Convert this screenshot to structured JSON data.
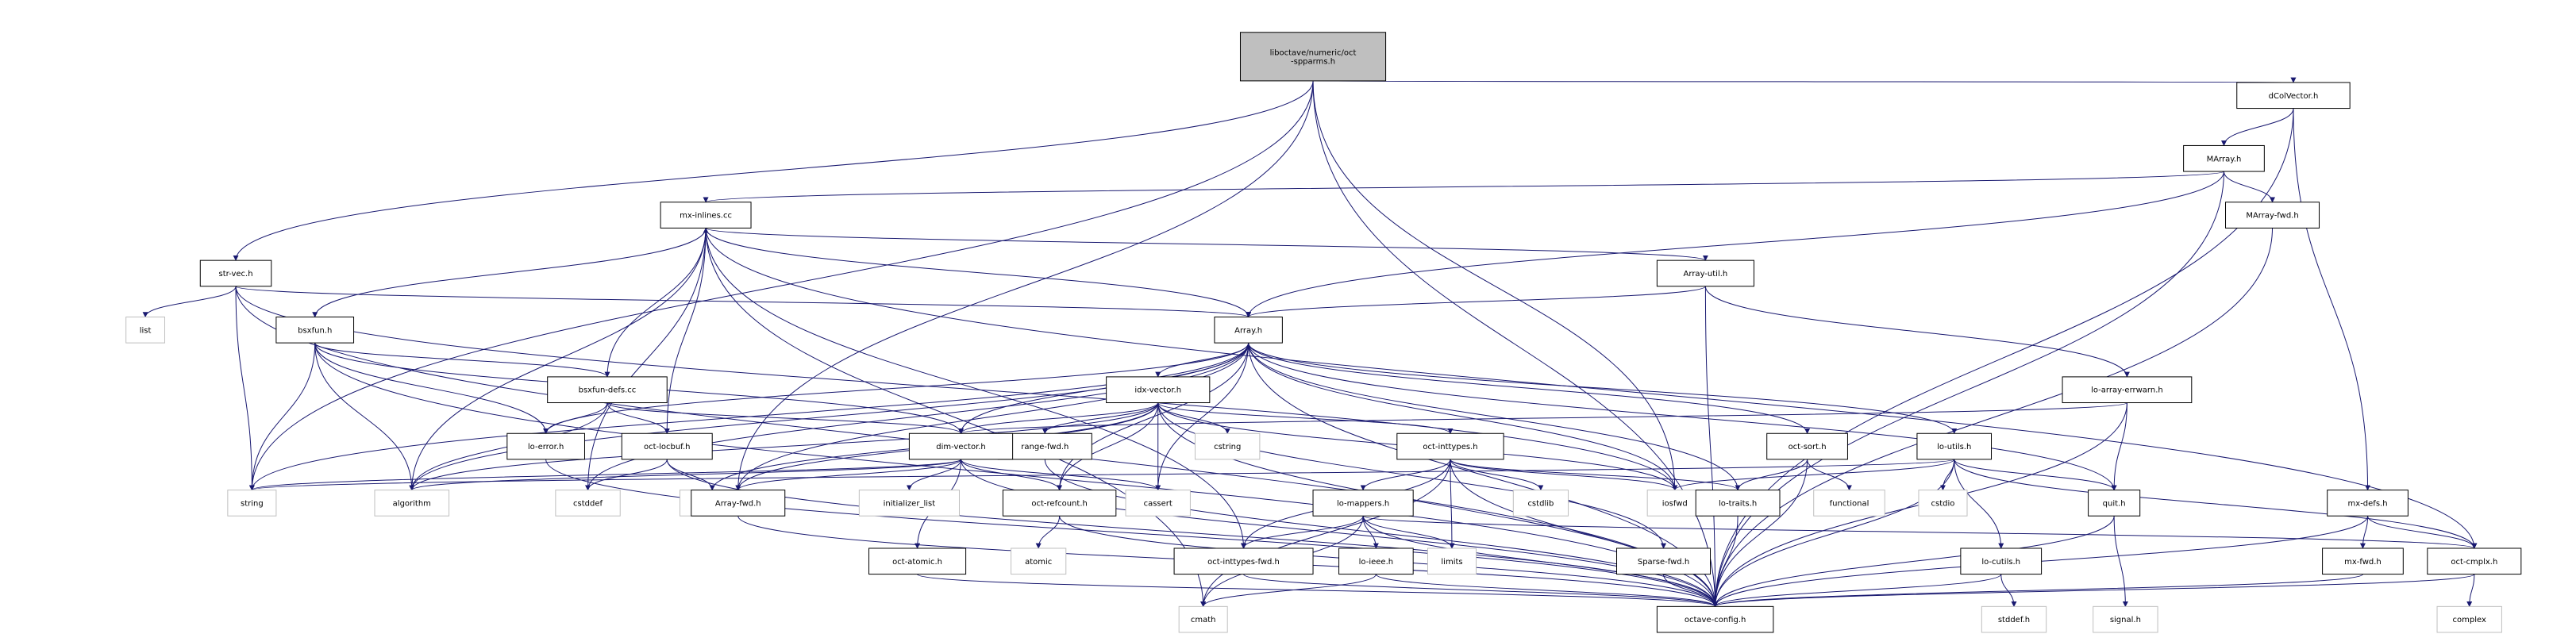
{
  "graph": {
    "nodes": [
      {
        "id": "main",
        "label": "liboctave/numeric/oct\n-spparms.h",
        "kind": "main"
      },
      {
        "id": "dColVector",
        "label": "dColVector.h",
        "kind": "header"
      },
      {
        "id": "MArray",
        "label": "MArray.h",
        "kind": "header"
      },
      {
        "id": "MArrayfwd",
        "label": "MArray-fwd.h",
        "kind": "header"
      },
      {
        "id": "mxinlines",
        "label": "mx-inlines.cc",
        "kind": "header"
      },
      {
        "id": "strvec",
        "label": "str-vec.h",
        "kind": "header"
      },
      {
        "id": "list",
        "label": "list",
        "kind": "system"
      },
      {
        "id": "bsxfun",
        "label": "bsxfun.h",
        "kind": "header"
      },
      {
        "id": "Arrayutil",
        "label": "Array-util.h",
        "kind": "header"
      },
      {
        "id": "Array",
        "label": "Array.h",
        "kind": "header"
      },
      {
        "id": "bsxfundefs",
        "label": "bsxfun-defs.cc",
        "kind": "header"
      },
      {
        "id": "idxvector",
        "label": "idx-vector.h",
        "kind": "header"
      },
      {
        "id": "loarrayerrwarn",
        "label": "lo-array-errwarn.h",
        "kind": "header"
      },
      {
        "id": "loerror",
        "label": "lo-error.h",
        "kind": "header"
      },
      {
        "id": "octlocbuf",
        "label": "oct-locbuf.h",
        "kind": "header"
      },
      {
        "id": "rangefwd",
        "label": "range-fwd.h",
        "kind": "header"
      },
      {
        "id": "cstring",
        "label": "cstring",
        "kind": "system"
      },
      {
        "id": "dimvector",
        "label": "dim-vector.h",
        "kind": "header"
      },
      {
        "id": "octinttypes",
        "label": "oct-inttypes.h",
        "kind": "header"
      },
      {
        "id": "octsort",
        "label": "oct-sort.h",
        "kind": "header"
      },
      {
        "id": "loutils",
        "label": "lo-utils.h",
        "kind": "header"
      },
      {
        "id": "string",
        "label": "string",
        "kind": "system"
      },
      {
        "id": "algorithm",
        "label": "algorithm",
        "kind": "system"
      },
      {
        "id": "cstddef",
        "label": "cstddef",
        "kind": "system"
      },
      {
        "id": "memory",
        "label": "memory",
        "kind": "system"
      },
      {
        "id": "Arrayfwd",
        "label": "Array-fwd.h",
        "kind": "header"
      },
      {
        "id": "initlist",
        "label": "initializer_list",
        "kind": "system"
      },
      {
        "id": "octrefcount",
        "label": "oct-refcount.h",
        "kind": "header"
      },
      {
        "id": "cassert",
        "label": "cassert",
        "kind": "system"
      },
      {
        "id": "lomappers",
        "label": "lo-mappers.h",
        "kind": "header"
      },
      {
        "id": "limits",
        "label": "limits",
        "kind": "system"
      },
      {
        "id": "cstdlib",
        "label": "cstdlib",
        "kind": "system"
      },
      {
        "id": "iosfwd",
        "label": "iosfwd",
        "kind": "system"
      },
      {
        "id": "lotraits",
        "label": "lo-traits.h",
        "kind": "header"
      },
      {
        "id": "functional",
        "label": "functional",
        "kind": "system"
      },
      {
        "id": "cstdio",
        "label": "cstdio",
        "kind": "system"
      },
      {
        "id": "locutils",
        "label": "lo-cutils.h",
        "kind": "header"
      },
      {
        "id": "quit",
        "label": "quit.h",
        "kind": "header"
      },
      {
        "id": "mxdefs",
        "label": "mx-defs.h",
        "kind": "header"
      },
      {
        "id": "octatomic",
        "label": "oct-atomic.h",
        "kind": "header"
      },
      {
        "id": "atomic",
        "label": "atomic",
        "kind": "system"
      },
      {
        "id": "octinttypesfwd",
        "label": "oct-inttypes-fwd.h",
        "kind": "header"
      },
      {
        "id": "loieee",
        "label": "lo-ieee.h",
        "kind": "header"
      },
      {
        "id": "Sparsefwd",
        "label": "Sparse-fwd.h",
        "kind": "header"
      },
      {
        "id": "stddefh",
        "label": "stddef.h",
        "kind": "system"
      },
      {
        "id": "signalh",
        "label": "signal.h",
        "kind": "system"
      },
      {
        "id": "mxfwd",
        "label": "mx-fwd.h",
        "kind": "header"
      },
      {
        "id": "octcmplx",
        "label": "oct-cmplx.h",
        "kind": "header"
      },
      {
        "id": "octaveconfig",
        "label": "octave-config.h",
        "kind": "header"
      },
      {
        "id": "cmath",
        "label": "cmath",
        "kind": "system"
      },
      {
        "id": "complex",
        "label": "complex",
        "kind": "system"
      }
    ],
    "edges": [
      [
        "main",
        "dColVector"
      ],
      [
        "main",
        "strvec"
      ],
      [
        "main",
        "string"
      ],
      [
        "main",
        "Arrayfwd"
      ],
      [
        "main",
        "iosfwd"
      ],
      [
        "main",
        "octaveconfig"
      ],
      [
        "dColVector",
        "MArray"
      ],
      [
        "dColVector",
        "mxdefs"
      ],
      [
        "dColVector",
        "octaveconfig"
      ],
      [
        "MArray",
        "MArrayfwd"
      ],
      [
        "MArray",
        "Array"
      ],
      [
        "MArray",
        "mxinlines"
      ],
      [
        "MArray",
        "octaveconfig"
      ],
      [
        "MArrayfwd",
        "octaveconfig"
      ],
      [
        "mxinlines",
        "bsxfun"
      ],
      [
        "mxinlines",
        "Arrayutil"
      ],
      [
        "mxinlines",
        "Array"
      ],
      [
        "mxinlines",
        "algorithm"
      ],
      [
        "mxinlines",
        "cstddef"
      ],
      [
        "mxinlines",
        "octlocbuf"
      ],
      [
        "mxinlines",
        "cmath"
      ],
      [
        "mxinlines",
        "octinttypesfwd"
      ],
      [
        "mxinlines",
        "octcmplx"
      ],
      [
        "strvec",
        "list"
      ],
      [
        "strvec",
        "string"
      ],
      [
        "strvec",
        "Array"
      ],
      [
        "strvec",
        "octaveconfig"
      ],
      [
        "strvec",
        "iosfwd"
      ],
      [
        "bsxfun",
        "bsxfundefs"
      ],
      [
        "bsxfun",
        "dimvector"
      ],
      [
        "bsxfun",
        "loerror"
      ],
      [
        "bsxfun",
        "algorithm"
      ],
      [
        "bsxfun",
        "string"
      ],
      [
        "bsxfun",
        "octaveconfig"
      ],
      [
        "bsxfundefs",
        "mxinlines"
      ],
      [
        "bsxfundefs",
        "dimvector"
      ],
      [
        "bsxfundefs",
        "octlocbuf"
      ],
      [
        "bsxfundefs",
        "loerror"
      ],
      [
        "bsxfundefs",
        "algorithm"
      ],
      [
        "Arrayutil",
        "Array"
      ],
      [
        "Arrayutil",
        "loarrayerrwarn"
      ],
      [
        "Arrayutil",
        "octaveconfig"
      ],
      [
        "Array",
        "idxvector"
      ],
      [
        "Array",
        "dimvector"
      ],
      [
        "Array",
        "loerror"
      ],
      [
        "Array",
        "octsort"
      ],
      [
        "Array",
        "loutils"
      ],
      [
        "Array",
        "octrefcount"
      ],
      [
        "Array",
        "Arrayfwd"
      ],
      [
        "Array",
        "algorithm"
      ],
      [
        "Array",
        "cstddef"
      ],
      [
        "Array",
        "string"
      ],
      [
        "Array",
        "iosfwd"
      ],
      [
        "Array",
        "lotraits"
      ],
      [
        "Array",
        "quit"
      ],
      [
        "Array",
        "cassert"
      ],
      [
        "Array",
        "octaveconfig"
      ],
      [
        "idxvector",
        "dimvector"
      ],
      [
        "idxvector",
        "octinttypes"
      ],
      [
        "idxvector",
        "rangefwd"
      ],
      [
        "idxvector",
        "cstring"
      ],
      [
        "idxvector",
        "octrefcount"
      ],
      [
        "idxvector",
        "Arrayfwd"
      ],
      [
        "idxvector",
        "Sparsefwd"
      ],
      [
        "idxvector",
        "cassert"
      ],
      [
        "idxvector",
        "algorithm"
      ],
      [
        "idxvector",
        "iosfwd"
      ],
      [
        "idxvector",
        "memory"
      ],
      [
        "idxvector",
        "octaveconfig"
      ],
      [
        "loarrayerrwarn",
        "dimvector"
      ],
      [
        "loarrayerrwarn",
        "quit"
      ],
      [
        "loarrayerrwarn",
        "octaveconfig"
      ],
      [
        "octlocbuf",
        "memory"
      ],
      [
        "octlocbuf",
        "cstddef"
      ],
      [
        "octlocbuf",
        "octaveconfig"
      ],
      [
        "loerror",
        "octaveconfig"
      ],
      [
        "rangefwd",
        "octaveconfig"
      ],
      [
        "dimvector",
        "algorithm"
      ],
      [
        "dimvector",
        "initlist"
      ],
      [
        "dimvector",
        "string"
      ],
      [
        "dimvector",
        "octrefcount"
      ],
      [
        "dimvector",
        "Arrayfwd"
      ],
      [
        "dimvector",
        "cassert"
      ],
      [
        "dimvector",
        "octatomic"
      ],
      [
        "dimvector",
        "octaveconfig"
      ],
      [
        "octinttypes",
        "cmath"
      ],
      [
        "octinttypes",
        "cstdlib"
      ],
      [
        "octinttypes",
        "iosfwd"
      ],
      [
        "octinttypes",
        "limits"
      ],
      [
        "octinttypes",
        "lomappers"
      ],
      [
        "octinttypes",
        "lotraits"
      ],
      [
        "octinttypes",
        "octinttypesfwd"
      ],
      [
        "octinttypes",
        "octaveconfig"
      ],
      [
        "octsort",
        "functional"
      ],
      [
        "octsort",
        "lotraits"
      ],
      [
        "octsort",
        "octaveconfig"
      ],
      [
        "loutils",
        "cstdio"
      ],
      [
        "loutils",
        "iosfwd"
      ],
      [
        "loutils",
        "string"
      ],
      [
        "loutils",
        "locutils"
      ],
      [
        "loutils",
        "quit"
      ],
      [
        "loutils",
        "octcmplx"
      ],
      [
        "loutils",
        "octaveconfig"
      ],
      [
        "Arrayfwd",
        "octaveconfig"
      ],
      [
        "octrefcount",
        "atomic"
      ],
      [
        "octrefcount",
        "octaveconfig"
      ],
      [
        "lomappers",
        "cmath"
      ],
      [
        "lomappers",
        "limits"
      ],
      [
        "lomappers",
        "loieee"
      ],
      [
        "lomappers",
        "octcmplx"
      ],
      [
        "lomappers",
        "octinttypesfwd"
      ],
      [
        "lomappers",
        "octaveconfig"
      ],
      [
        "lotraits",
        "octaveconfig"
      ],
      [
        "locutils",
        "stddefh"
      ],
      [
        "locutils",
        "octaveconfig"
      ],
      [
        "quit",
        "signalh"
      ],
      [
        "quit",
        "octaveconfig"
      ],
      [
        "mxdefs",
        "mxfwd"
      ],
      [
        "mxdefs",
        "octcmplx"
      ],
      [
        "mxdefs",
        "octaveconfig"
      ],
      [
        "mxfwd",
        "octaveconfig"
      ],
      [
        "octcmplx",
        "complex"
      ],
      [
        "octcmplx",
        "octaveconfig"
      ],
      [
        "octatomic",
        "octaveconfig"
      ],
      [
        "octinttypesfwd",
        "octaveconfig"
      ],
      [
        "loieee",
        "cmath"
      ],
      [
        "loieee",
        "octaveconfig"
      ],
      [
        "Sparsefwd",
        "octaveconfig"
      ]
    ],
    "colors": {
      "edge": "#191970",
      "main_fill": "#bfbfbf",
      "header_stroke": "#000000",
      "system_stroke": "#bfbfbf"
    }
  }
}
